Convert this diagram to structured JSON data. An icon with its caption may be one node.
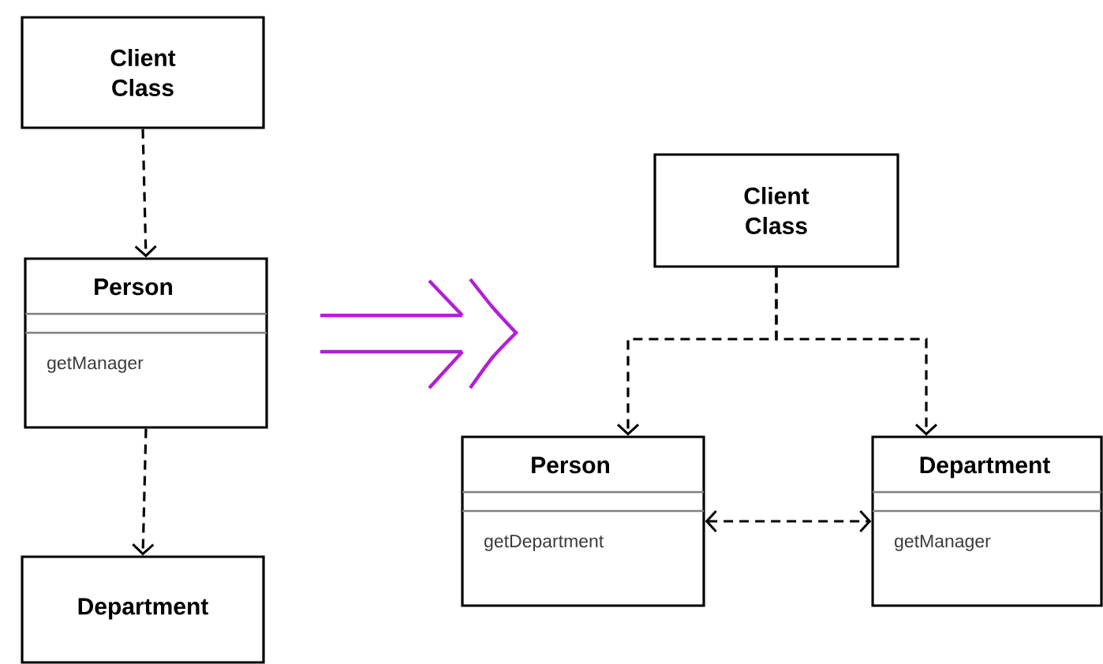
{
  "diagram": {
    "nodes": [
      {
        "text": [
          "Client Class"
        ]
      },
      {
        "text": [
          "Person",
          "getManager"
        ]
      },
      {
        "text": [
          "Department"
        ]
      },
      {
        "text": [
          "Client Class"
        ]
      },
      {
        "text": [
          "Person",
          "getDepartment"
        ]
      },
      {
        "text": [
          "Department",
          "getManager"
        ]
      }
    ],
    "edges": [
      {
        "from": 0,
        "to": 1,
        "arrow": "to",
        "style": "dashed"
      },
      {
        "from": 1,
        "to": 2,
        "arrow": "to",
        "style": "dashed"
      },
      {
        "from": 3,
        "to": 4,
        "arrow": "to",
        "style": "dashed"
      },
      {
        "from": 3,
        "to": 5,
        "arrow": "to",
        "style": "dashed"
      },
      {
        "from": 4,
        "to": 5,
        "arrow": "both",
        "style": "dashed"
      }
    ]
  }
}
